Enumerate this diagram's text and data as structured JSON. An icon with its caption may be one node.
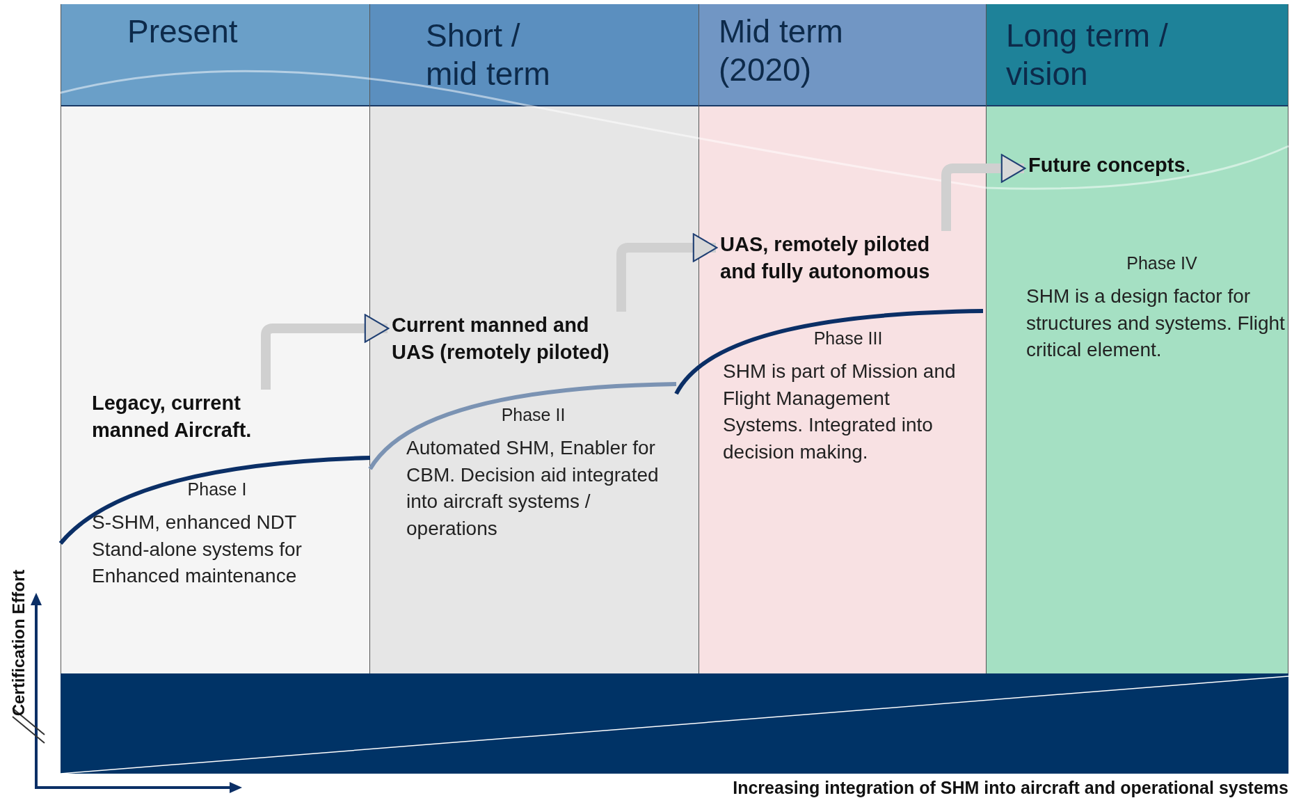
{
  "diagram": {
    "nodes": [
      {
        "text": [
          "Present"
        ]
      },
      {
        "text": [
          "Legacy, current manned Aircraft."
        ],
        "in": 0
      },
      {
        "text": [
          "Phase I",
          "S-SHM, enhanced NDT Stand-alone systems for Enhanced maintenance"
        ],
        "in": 0
      },
      {
        "text": [
          "Short / mid term"
        ]
      },
      {
        "text": [
          "Current manned and UAS (remotely piloted)"
        ],
        "in": 3
      },
      {
        "text": [
          "Phase II",
          "Automated SHM, Enabler for CBM. Decision aid integrated into aircraft systems / operations"
        ],
        "in": 3
      },
      {
        "text": [
          "Mid term (2020)"
        ]
      },
      {
        "text": [
          "UAS, remotely piloted and fully autonomous"
        ],
        "in": 6
      },
      {
        "text": [
          "Phase III",
          "SHM is part of Mission and Flight Management Systems. Integrated into decision making."
        ],
        "in": 6
      },
      {
        "text": [
          "Long term / vision"
        ]
      },
      {
        "text": [
          "**Future concepts**."
        ],
        "in": 9
      },
      {
        "text": [
          "Phase IV",
          "SHM is a design factor for structures and systems. Flight critical element."
        ],
        "in": 9
      }
    ],
    "edges": [
      {
        "from": 1,
        "to": 4,
        "arrow": "to"
      },
      {
        "from": 4,
        "to": 7,
        "arrow": "to"
      },
      {
        "from": 7,
        "to": 10,
        "arrow": "to"
      }
    ],
    "labels": [
      "Certification Effort",
      "Increasing integration of SHM into aircraft and operational systems"
    ]
  }
}
